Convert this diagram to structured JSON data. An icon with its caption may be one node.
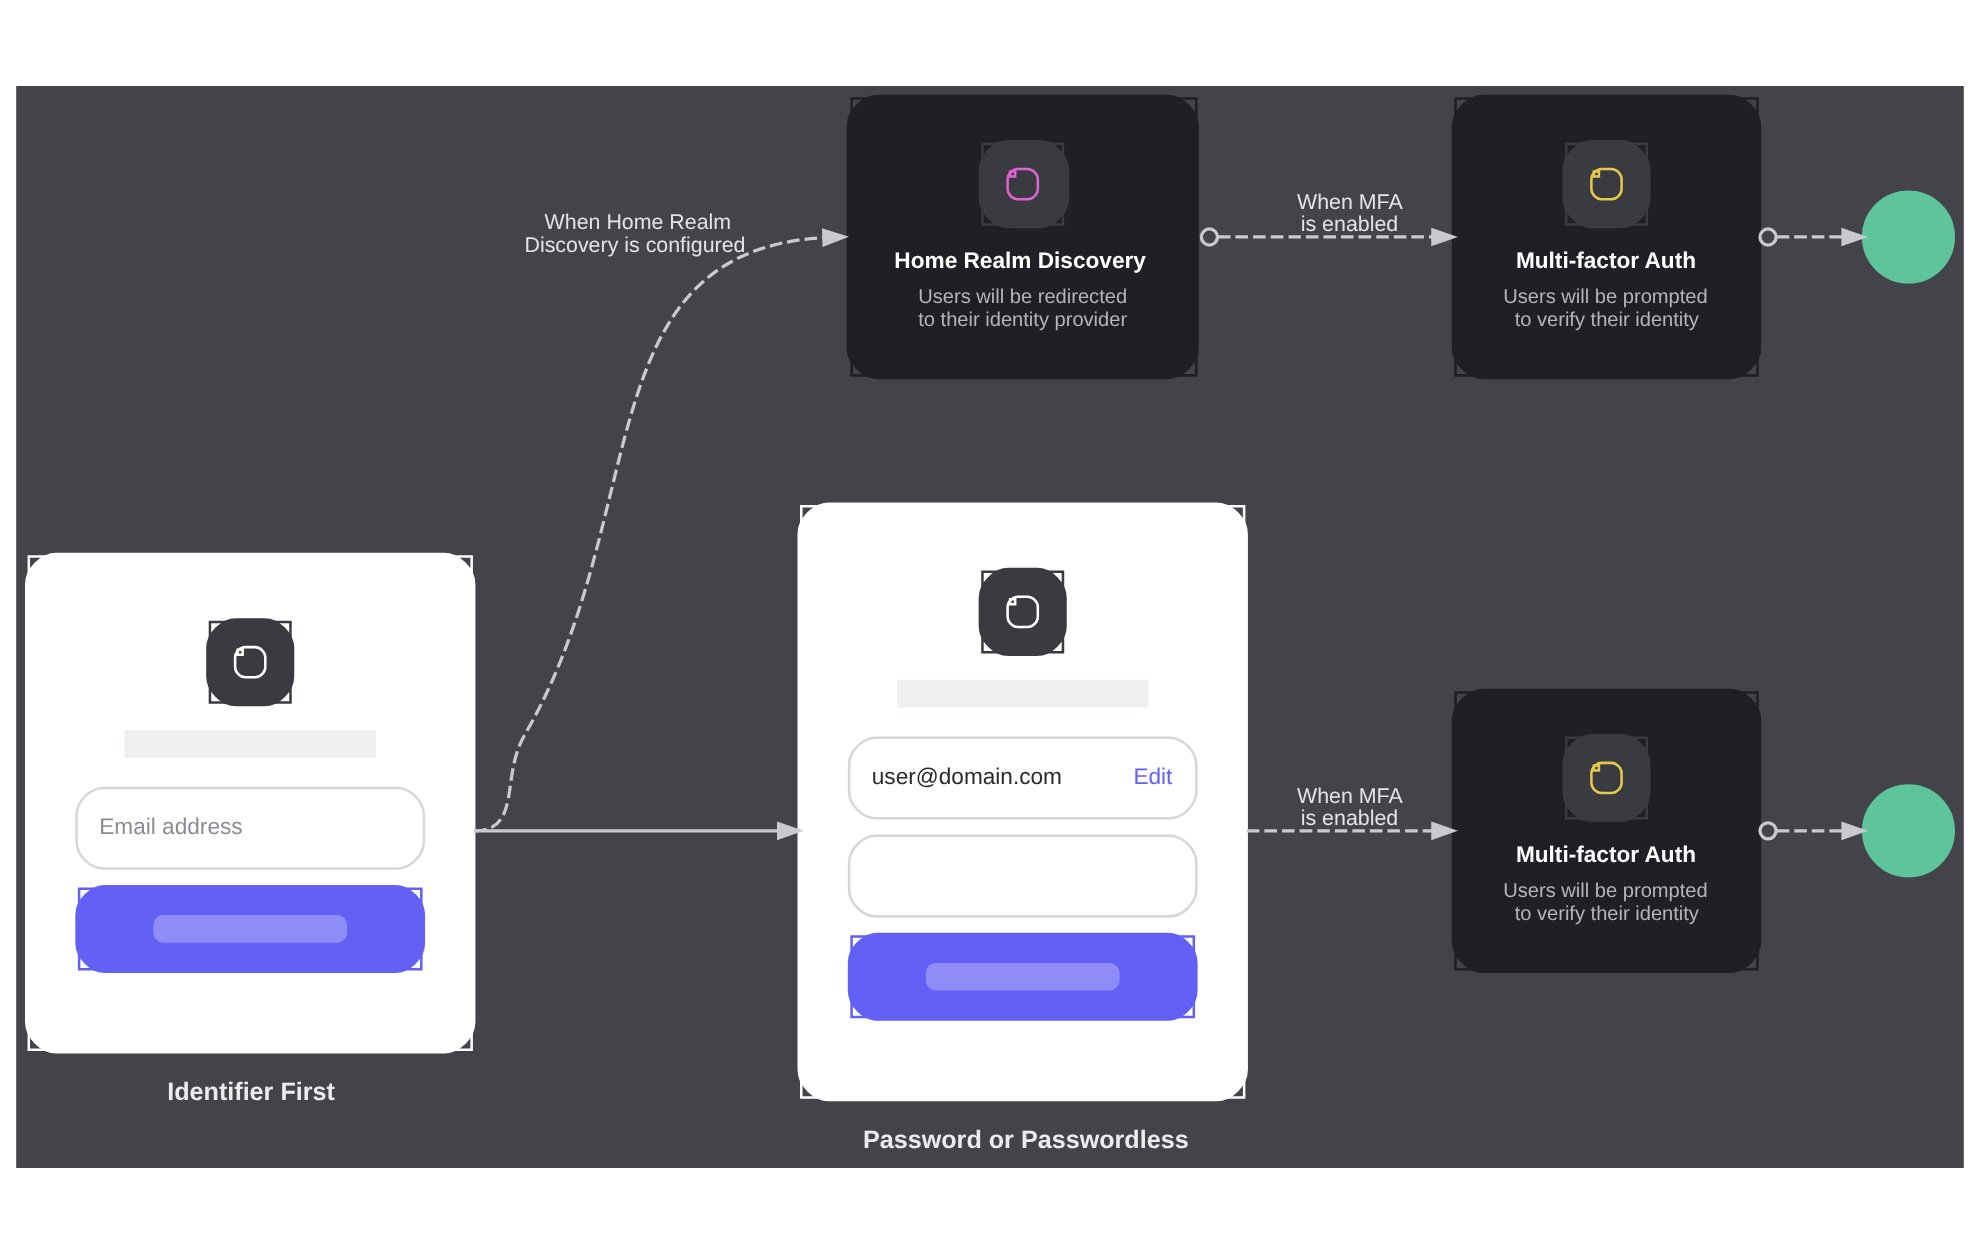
{
  "diagram": {
    "nodes": [
      {
        "text": [
          "Home Realm Discovery",
          "Users will be redirected to their identity provider"
        ]
      },
      {
        "text": [
          "Multi-factor Auth",
          "Users will be prompted to verify their identity"
        ]
      },
      {
        "text": [],
        "shape": "circle"
      },
      {
        "text": [
          "Email address"
        ],
        "beside": [
          "Identifier First"
        ]
      },
      {
        "text": [
          "user@domain.com",
          "Edit"
        ],
        "beside": [
          "Password or Passwordless"
        ]
      },
      {
        "text": [
          "Multi-factor Auth",
          "Users will be prompted to verify their identity"
        ]
      },
      {
        "text": [],
        "shape": "circle"
      }
    ],
    "edges": [
      {
        "from": 3,
        "to": 0,
        "arrow": "to",
        "label": "When Home Realm Discovery is configured",
        "style": "dashed"
      },
      {
        "from": 0,
        "to": 1,
        "arrow": "to",
        "label": "When MFA is enabled",
        "style": "dashed"
      },
      {
        "from": 1,
        "to": 2,
        "arrow": "to",
        "style": "dashed"
      },
      {
        "from": 3,
        "to": 4,
        "arrow": "to"
      },
      {
        "from": 4,
        "to": 5,
        "arrow": "to",
        "label": "When MFA is enabled",
        "style": "dashed"
      },
      {
        "from": 5,
        "to": 6,
        "arrow": "to",
        "style": "dashed"
      }
    ]
  }
}
